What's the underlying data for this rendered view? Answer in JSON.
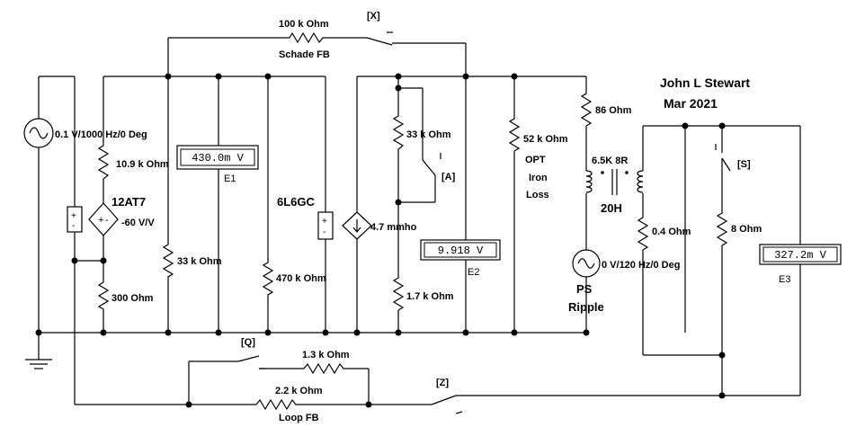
{
  "author": "John L Stewart",
  "date": "Mar 2021",
  "switches": {
    "x": "[X]",
    "a": "[A]",
    "s": "[S]",
    "q": "[Q]",
    "z": "[Z]"
  },
  "feedback": {
    "schade": "Schade FB",
    "loop": "Loop FB"
  },
  "tubes": {
    "driver": "12AT7",
    "output": "6L6GC"
  },
  "sources": {
    "input": "0.1 V/1000 Hz/0 Deg",
    "ripple": "0 V/120 Hz/0 Deg",
    "ripple_label_1": "PS",
    "ripple_label_2": "Ripple"
  },
  "controlled_sources": {
    "driver_gain": "-60 V/V",
    "output_gm": "4.7 mmho"
  },
  "resistors": {
    "r_fb_schade": "100 k Ohm",
    "r_cathode_top": "10.9 k Ohm",
    "r_cathode": "300  Ohm",
    "r_load_1": "33 k Ohm",
    "r_grid": "470 k Ohm",
    "r_plate_upper": "33 k Ohm",
    "r_plate_lower": "1.7 k Ohm",
    "r_iron": "52 k Ohm",
    "r_supply": "86  Ohm",
    "r_sec": "0.4  Ohm",
    "r_speaker": "8  Ohm",
    "r_q": "1.3 k Ohm",
    "r_loop": "2.2 k Ohm"
  },
  "opt": {
    "label_1": "OPT",
    "label_2": "Iron",
    "label_3": "Loss",
    "ratio": "6.5K  8R",
    "inductance": "20H"
  },
  "meters": {
    "e1": {
      "name": "E1",
      "reading": "430.0m V"
    },
    "e2": {
      "name": "E2",
      "reading": "9.918   V"
    },
    "e3": {
      "name": "E3",
      "reading": "327.2m V"
    }
  }
}
